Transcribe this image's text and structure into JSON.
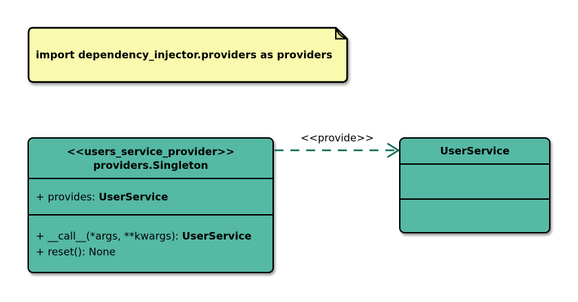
{
  "colors": {
    "class_fill": "#55B9A4",
    "note_fill": "#FAFAAE",
    "note_fold": "#E6E696",
    "arrow": "#0B6E5A",
    "line": "#000000"
  },
  "note": {
    "text": "import dependency_injector.providers as providers"
  },
  "provider_class": {
    "stereotype": "<<users_service_provider>>",
    "name": "providers.Singleton",
    "attributes": [
      {
        "prefix": "+ provides: ",
        "type": "UserService"
      }
    ],
    "methods": [
      {
        "prefix": "+ __call__(*args, **kwargs): ",
        "type": "UserService"
      },
      {
        "prefix": "+ reset(): None",
        "type": ""
      }
    ]
  },
  "service_class": {
    "name": "UserService"
  },
  "relation": {
    "label": "<<provide>>"
  }
}
